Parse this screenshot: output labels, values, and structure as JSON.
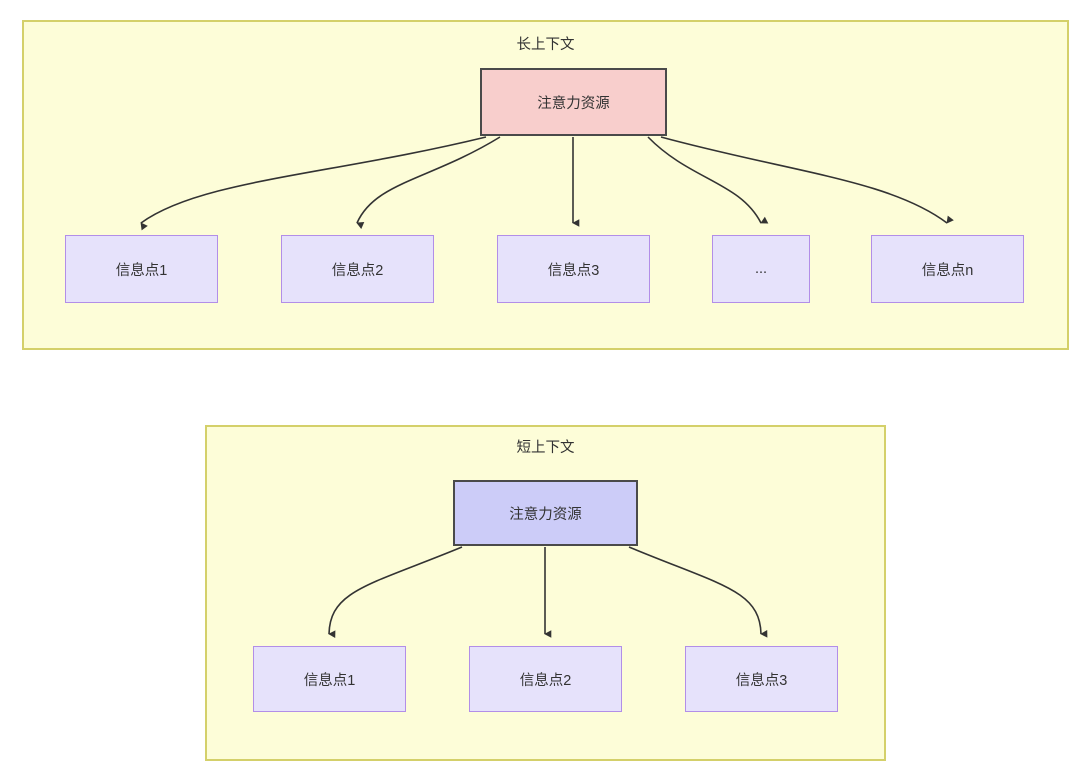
{
  "diagram": {
    "title_semantics": "attention-resource-allocation-long-vs-short-context",
    "colors": {
      "panel_fill": "#fdfdd8",
      "panel_border": "#d4d06a",
      "attention_long_fill": "#f8cecc",
      "attention_short_fill": "#ccccf8",
      "attention_border": "#4a4a4a",
      "info_fill": "#e6e2fb",
      "info_border": "#b28ee8",
      "edge_color": "#333333",
      "text_color": "#333333"
    },
    "panels": [
      {
        "id": "long-context",
        "title": "长上下文",
        "root": {
          "label": "注意力资源"
        },
        "children": [
          {
            "label": "信息点1"
          },
          {
            "label": "信息点2"
          },
          {
            "label": "信息点3"
          },
          {
            "label": "..."
          },
          {
            "label": "信息点n"
          }
        ]
      },
      {
        "id": "short-context",
        "title": "短上下文",
        "root": {
          "label": "注意力资源"
        },
        "children": [
          {
            "label": "信息点1"
          },
          {
            "label": "信息点2"
          },
          {
            "label": "信息点3"
          }
        ]
      }
    ]
  }
}
